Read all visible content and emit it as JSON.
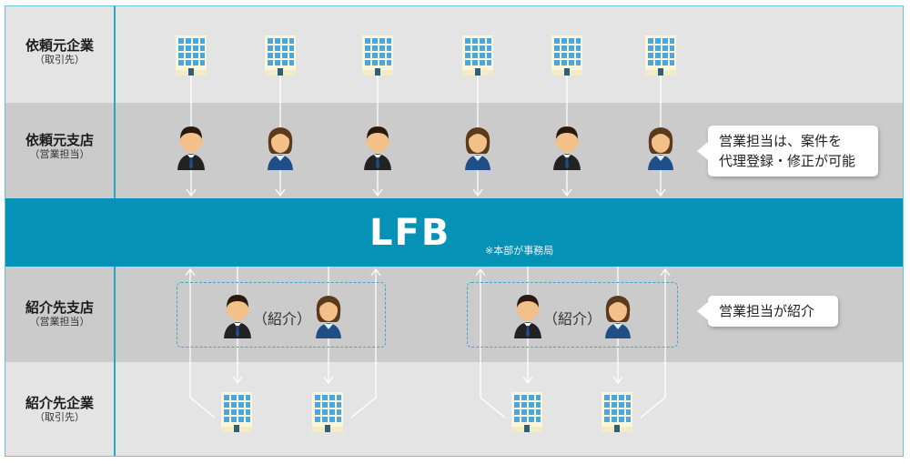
{
  "rows": [
    {
      "main": "依頼元企業",
      "sub": "（取引先）"
    },
    {
      "main": "依頼元支店",
      "sub": "（営業担当）"
    },
    {
      "main": "紹介先支店",
      "sub": "（営業担当）"
    },
    {
      "main": "紹介先企業",
      "sub": "（取引先）"
    }
  ],
  "center_band": {
    "logo": "LFB",
    "note": "※本部が事務局"
  },
  "callouts": {
    "top": {
      "line1": "営業担当は、案件を",
      "line2": "代理登録・修正が可能"
    },
    "bottom": {
      "text": "営業担当が紹介"
    }
  },
  "intro_groups": [
    {
      "label": "（紹介）"
    },
    {
      "label": "（紹介）"
    }
  ],
  "top_staff": [
    "male",
    "female",
    "male",
    "female",
    "male",
    "female"
  ],
  "colors": {
    "band": "#0592b6",
    "row_light": "#e4e4e4",
    "row_dark": "#cbcbcb",
    "accent_border": "#2ba3c4"
  }
}
